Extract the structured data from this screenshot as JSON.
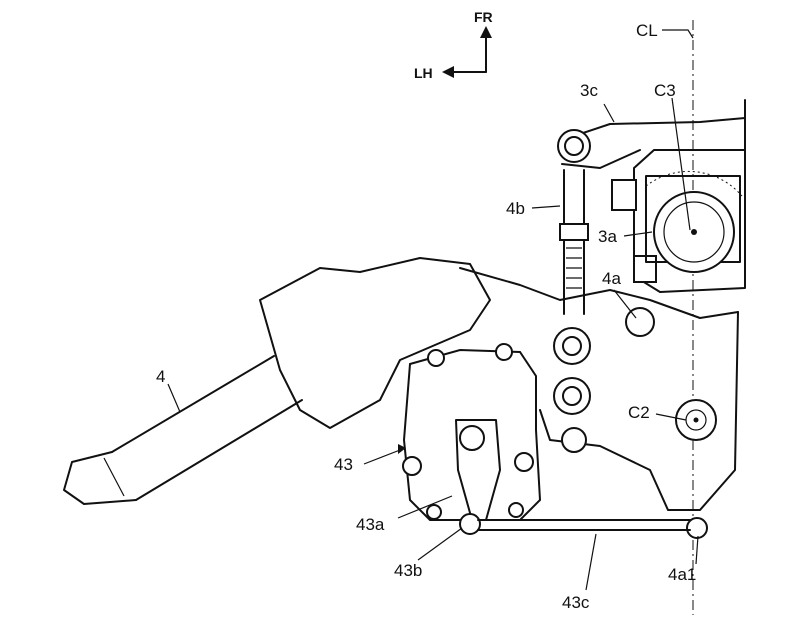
{
  "directions": {
    "forward": "FR",
    "left": "LH"
  },
  "labels": {
    "centerline": "CL",
    "l3c": "3c",
    "lC3": "C3",
    "l4b": "4b",
    "l3a": "3a",
    "l4a": "4a",
    "l4": "4",
    "lC2": "C2",
    "l43": "43",
    "l43a": "43a",
    "l43b": "43b",
    "l43c": "43c",
    "l4a1": "4a1"
  }
}
